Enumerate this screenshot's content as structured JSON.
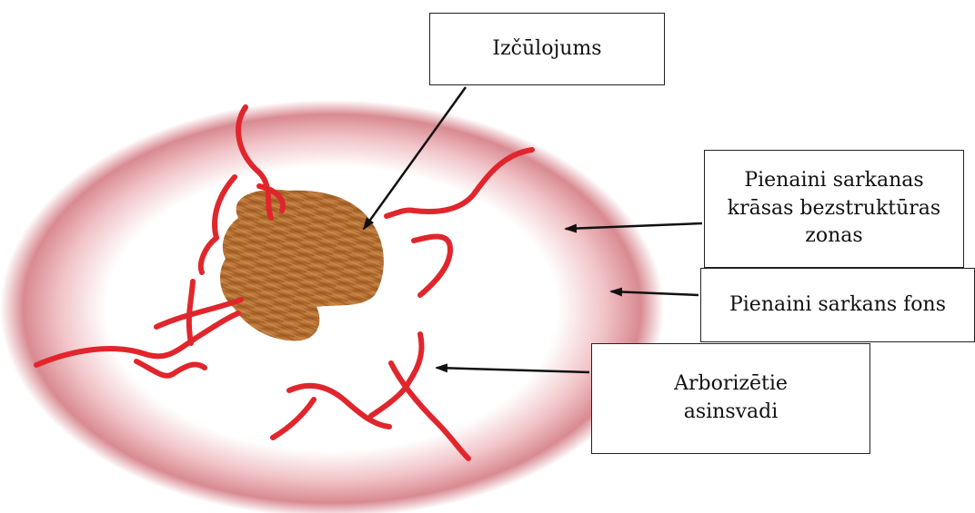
{
  "labels": {
    "lesion": "Izčūlojums",
    "structureless_zones": "Pienaini sarkanas\nkrāsas bezstruktūras\nzonas",
    "milky_red_background": "Pienaini sarkans fons",
    "arborizing_vessels": "Arborizētie\nasinsvadi"
  },
  "colors": {
    "vessel_red": "#e0262c",
    "lesion_brown": "#b5702e",
    "halo_pink": "#d98a92",
    "arrow_black": "#111111"
  }
}
